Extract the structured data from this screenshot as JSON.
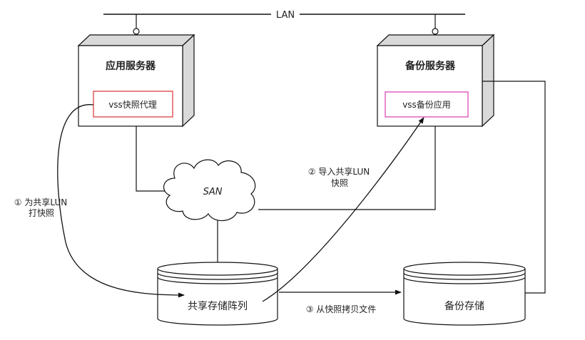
{
  "network": {
    "lan_label": "LAN",
    "san_label": "SAN"
  },
  "servers": {
    "app": {
      "title": "应用服务器",
      "agent": "vss快照代理"
    },
    "backup": {
      "title": "备份服务器",
      "agent": "vss备份应用"
    }
  },
  "storage": {
    "shared": "共享存储阵列",
    "backup": "备份存储"
  },
  "steps": {
    "step1_line1": "① 为共享LUN",
    "step1_line2": "打快照",
    "step2_line1": "② 导入共享LUN",
    "step2_line2": "快照",
    "step3": "③ 从快照拷贝文件"
  },
  "colors": {
    "line": "#111111",
    "box_face": "#ffffff",
    "box_side": "#d9d9d9",
    "app_agent_border": "#e05a5a",
    "backup_agent_border": "#e060c0"
  }
}
